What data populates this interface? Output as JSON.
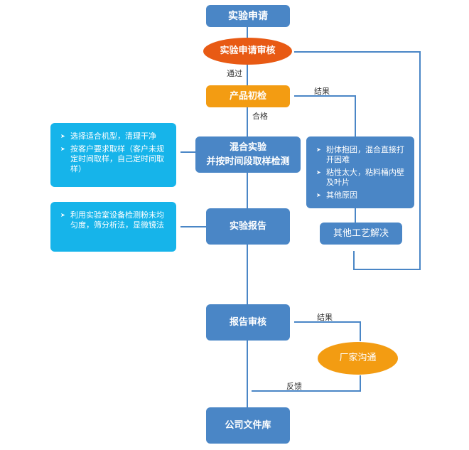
{
  "nodes": {
    "application": "实验申请",
    "application_review": "实验申请审核",
    "initial_inspection": "产品初检",
    "mixing_experiment": "混合实验\n并按时间段取样检测",
    "experiment_report": "实验报告",
    "other_process": "其他工艺解决",
    "report_review": "报告审核",
    "vendor_communication": "厂家沟通",
    "company_library": "公司文件库"
  },
  "edge_labels": {
    "pass": "通过",
    "result_1": "结果",
    "qualified": "合格",
    "result_2": "结果",
    "feedback": "反馈"
  },
  "notes": {
    "mixing_tips": [
      "选择适合机型，清理干净",
      "按客户要求取样（客户未规定时间取样，自己定时间取样）"
    ],
    "report_tips": [
      "利用实验室设备检测粉末均匀度，筛分析法，显微镜法"
    ],
    "problems": [
      "粉体抱团，混合直接打开困难",
      "粘性太大，粘料桶内壁及叶片",
      "其他原因"
    ]
  },
  "colors": {
    "blue_box": "#4a86c6",
    "cyan_note": "#16b4ea",
    "orange": "#f39c12",
    "red_orange": "#e85a14",
    "line": "#4a86c6"
  }
}
